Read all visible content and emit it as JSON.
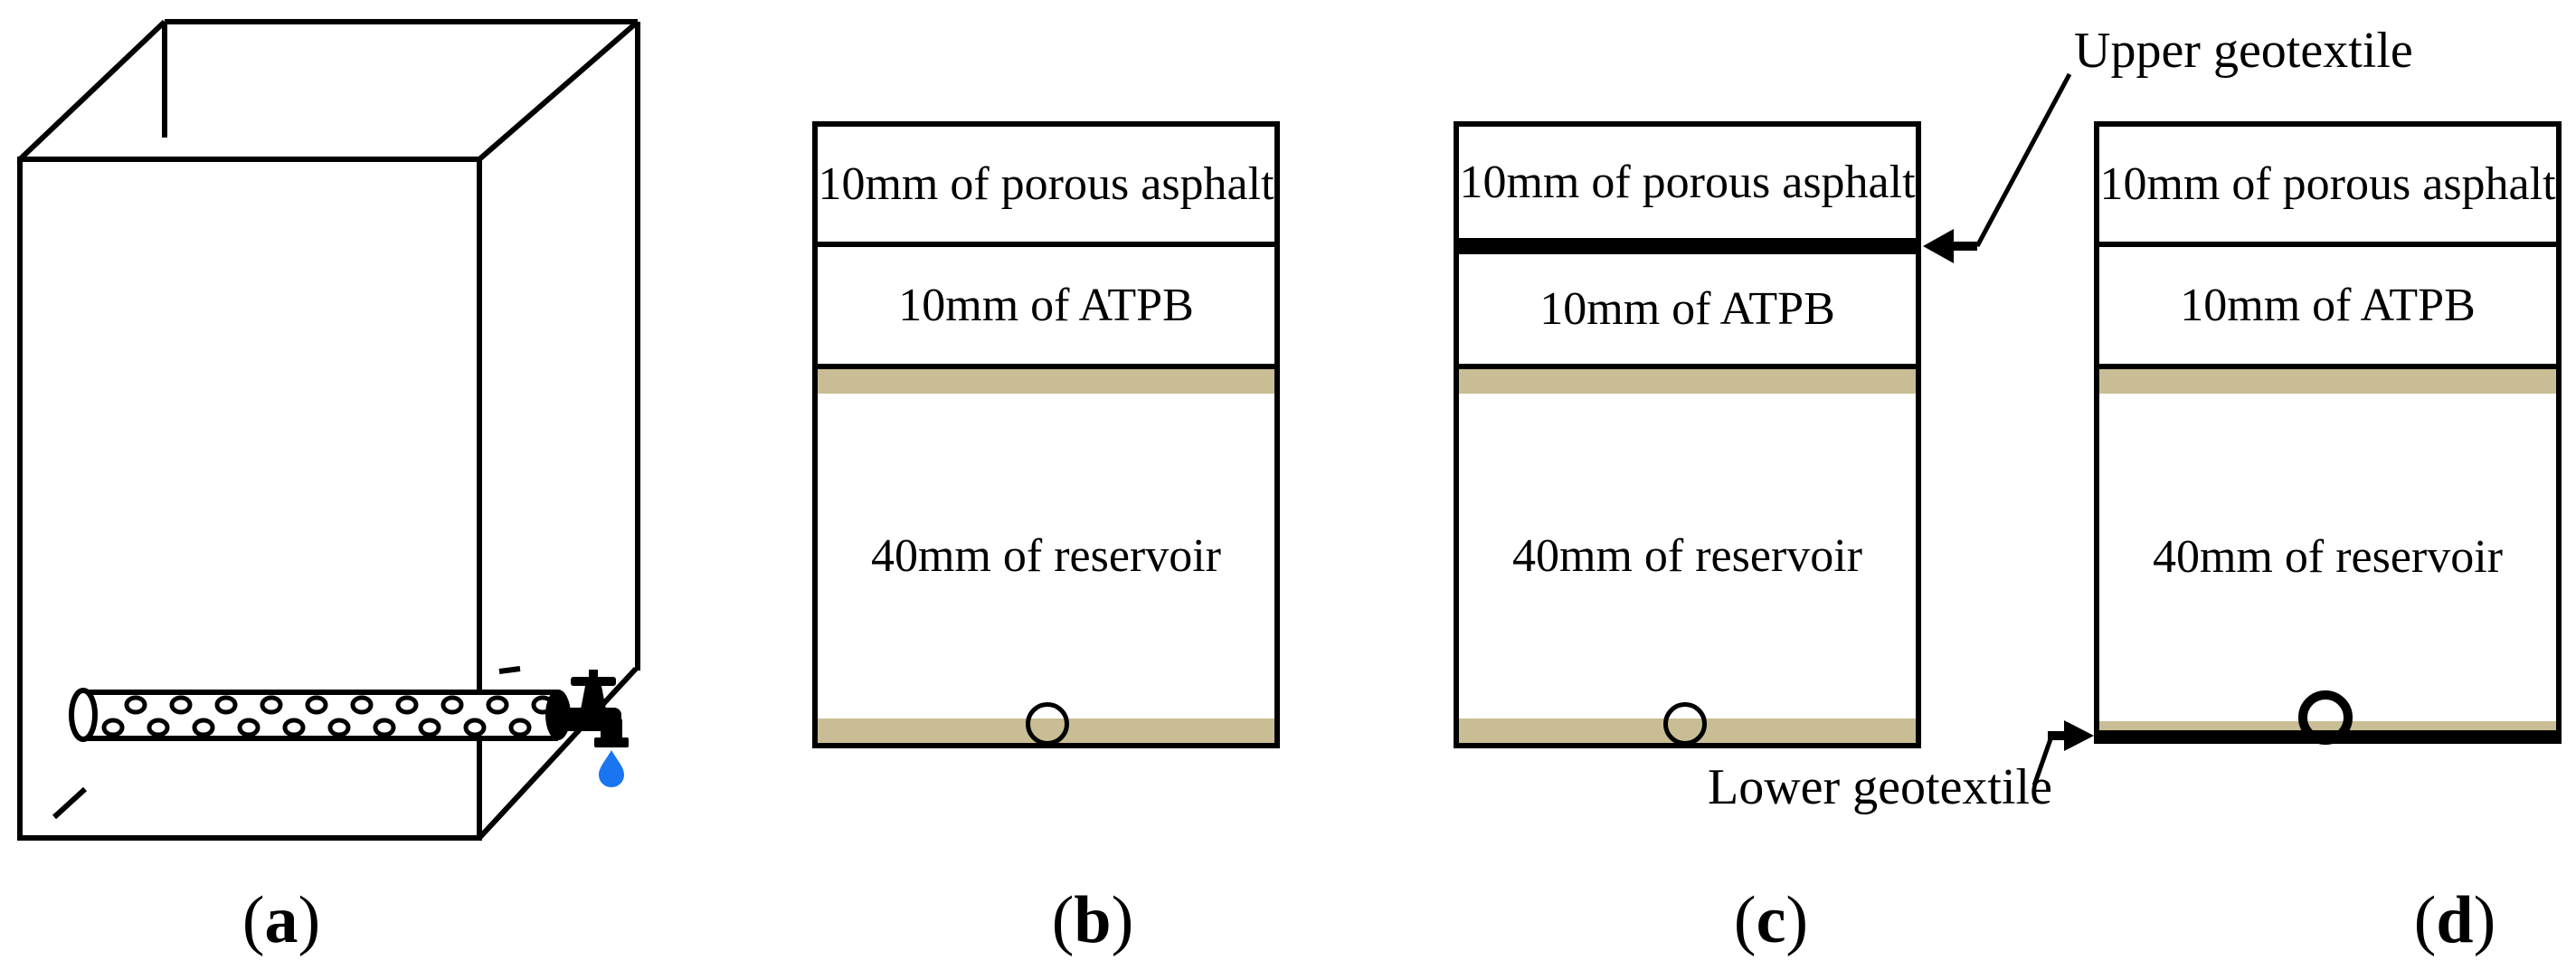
{
  "panels": {
    "a": {
      "label": {
        "open": "(",
        "letter": "a",
        "close": ")"
      }
    },
    "b": {
      "label": {
        "open": "(",
        "letter": "b",
        "close": ")"
      },
      "layers": {
        "porous": "10mm of porous asphalt",
        "atpb": "10mm of ATPB",
        "reservoir": "40mm of reservoir"
      }
    },
    "c": {
      "label": {
        "open": "(",
        "letter": "c",
        "close": ")"
      },
      "layers": {
        "porous": "10mm of porous asphalt",
        "atpb": "10mm of ATPB",
        "reservoir": "40mm of reservoir"
      }
    },
    "d": {
      "label": {
        "open": "(",
        "letter": "d",
        "close": ")"
      },
      "layers": {
        "porous": "10mm of porous asphalt",
        "atpb": "10mm of ATPB",
        "reservoir": "40mm of reservoir"
      }
    }
  },
  "annotations": {
    "upper_geotextile": "Upper geotextile",
    "lower_geotextile": "Lower geotextile"
  },
  "colors": {
    "sand_layer_tan": "#c8bd94",
    "water_drop_blue": "#1976f0",
    "line_black": "#000000"
  }
}
